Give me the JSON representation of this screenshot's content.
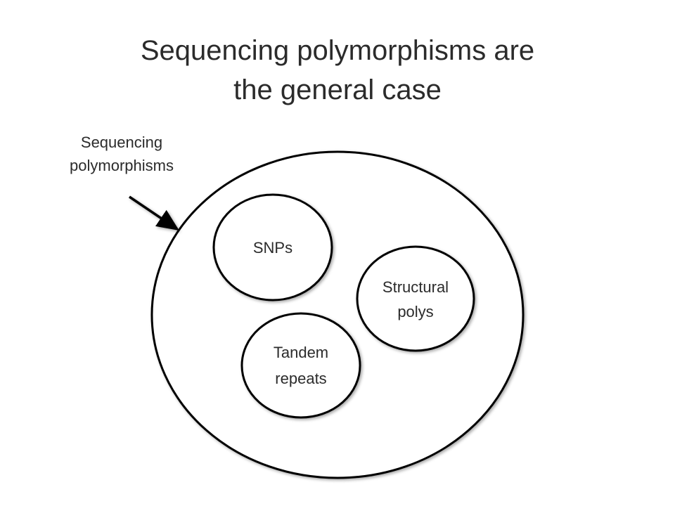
{
  "title": {
    "line1": "Sequencing polymorphisms are",
    "line2": "the general case"
  },
  "callout": {
    "line1": "Sequencing",
    "line2": "polymorphisms"
  },
  "circles": {
    "snps": {
      "line1": "SNPs"
    },
    "structural": {
      "line1": "Structural",
      "line2": "polys"
    },
    "tandem": {
      "line1": "Tandem",
      "line2": "repeats"
    }
  },
  "colors": {
    "stroke": "#000000",
    "text": "#2b2b2b",
    "background": "#ffffff"
  }
}
